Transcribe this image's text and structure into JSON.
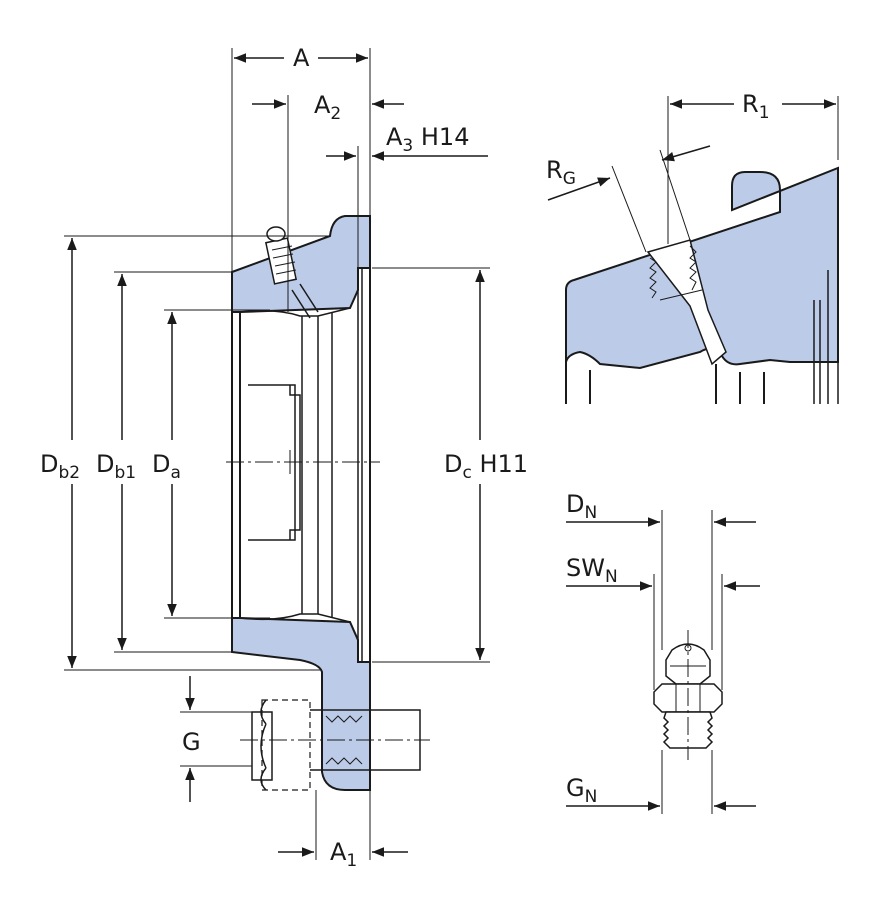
{
  "labels": {
    "A": {
      "main": "A",
      "sub": ""
    },
    "A2": {
      "main": "A",
      "sub": "2"
    },
    "A3": {
      "main": "A",
      "sub": "3",
      "suffix": " H14"
    },
    "R1": {
      "main": "R",
      "sub": "1"
    },
    "RG": {
      "main": "R",
      "sub": "G"
    },
    "Db2": {
      "main": "D",
      "sub": "b2"
    },
    "Db1": {
      "main": "D",
      "sub": "b1"
    },
    "Da": {
      "main": "D",
      "sub": "a"
    },
    "Dc": {
      "main": "D",
      "sub": "c",
      "suffix": " H11"
    },
    "DN": {
      "main": "D",
      "sub": "N"
    },
    "SWN": {
      "main": "SW",
      "sub": "N"
    },
    "G": {
      "main": "G",
      "sub": ""
    },
    "GN": {
      "main": "G",
      "sub": "N"
    },
    "A1": {
      "main": "A",
      "sub": "1"
    }
  },
  "colors": {
    "section_fill": "#bccbe8",
    "line": "#1a1a1a"
  }
}
